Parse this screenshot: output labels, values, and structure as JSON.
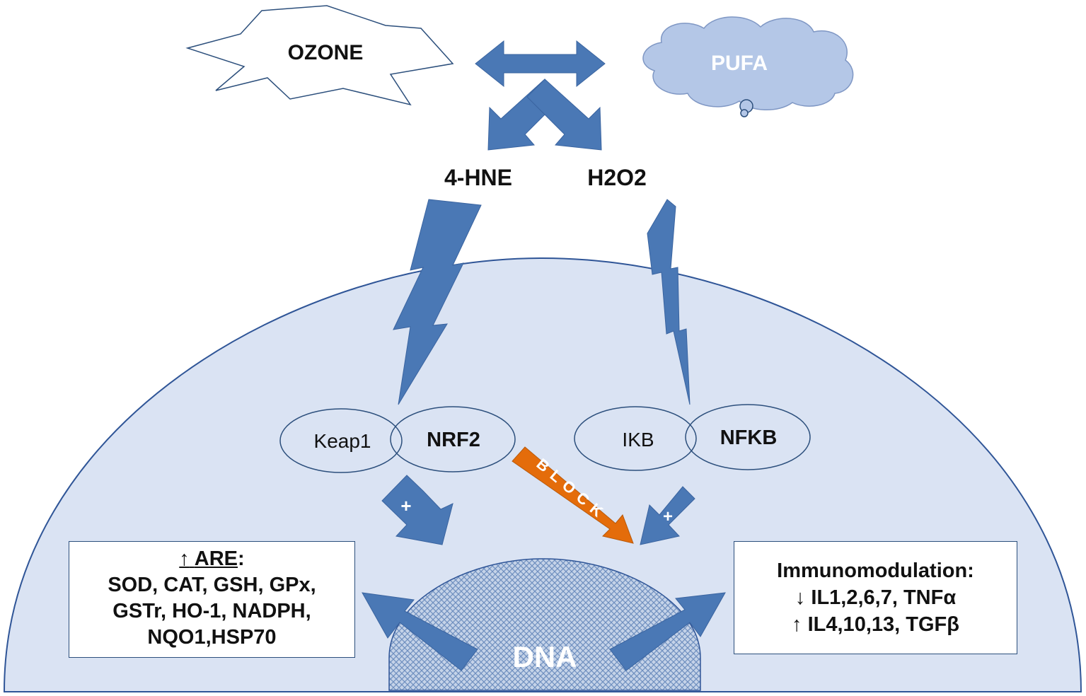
{
  "colors": {
    "cell_fill": "#dae3f3",
    "cell_stroke": "#2f5597",
    "arrow": "#4a78b5",
    "block_arrow": "#e46c0a",
    "pufa_fill": "#b4c7e7",
    "pufa_text": "#ffffff",
    "nucleus_fill": "#a9bcd9"
  },
  "labels": {
    "ozone": "OZONE",
    "pufa": "PUFA",
    "hne": "4-HNE",
    "h2o2": "H2O2",
    "keap1": "Keap1",
    "nrf2": "NRF2",
    "ikb": "IKB",
    "nfkb": "NFKB",
    "dna": "DNA",
    "block": "BLOCK",
    "plus_left": "+",
    "plus_right": "+"
  },
  "are_box": {
    "title_arrow": "↑",
    "title": "ARE",
    "title_colon": ":",
    "line1": "SOD, CAT, GSH, GPx,",
    "line2": "GSTr, HO-1, NADPH,",
    "line3": "NQO1,HSP70"
  },
  "immuno_box": {
    "title": "Immunomodulation:",
    "line1": "↓ IL1,2,6,7, TNFα",
    "line2": "↑ IL4,10,13, TGFβ"
  }
}
